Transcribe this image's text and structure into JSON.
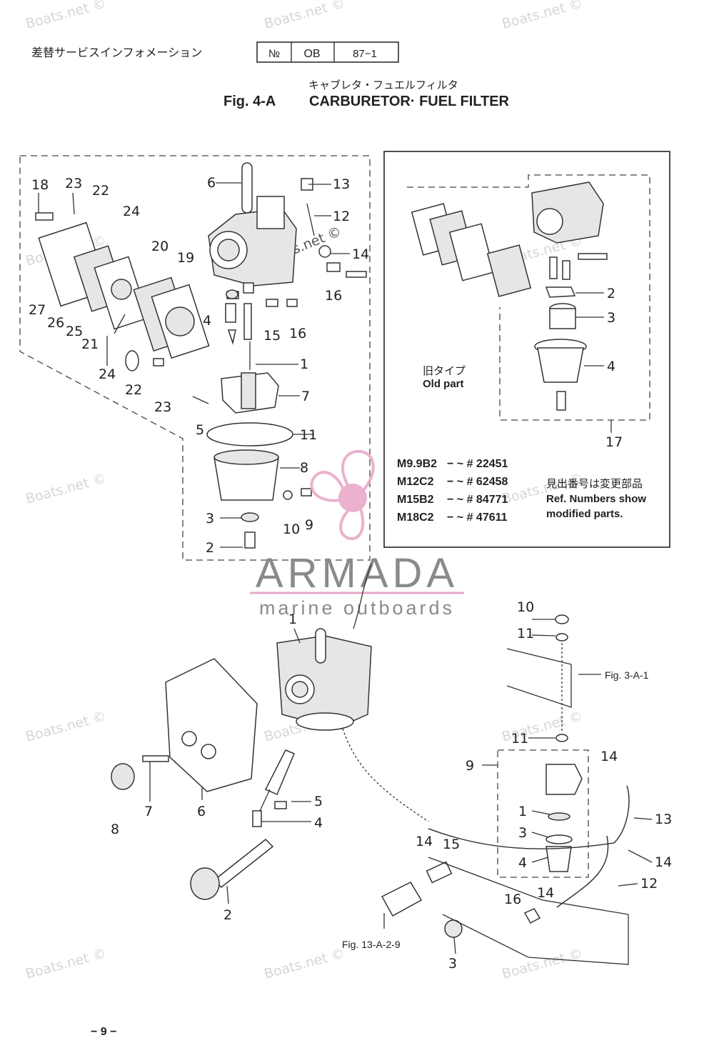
{
  "header": {
    "japanese_title": "差替サービスインフォメーション",
    "no_label": "№",
    "no_code": "OB",
    "no_number": "87−1"
  },
  "figure": {
    "kana_title": "キャブレタ・フュエルフィルタ",
    "fig_id": "Fig. 4-A",
    "title": "CARBURETOR· FUEL FILTER"
  },
  "upper_left_callouts": [
    "18",
    "23",
    "22",
    "24",
    "20",
    "19",
    "6",
    "13",
    "12",
    "14",
    "16",
    "15",
    "16",
    "4",
    "1",
    "27",
    "26",
    "25",
    "21",
    "24",
    "22",
    "23",
    "7",
    "5",
    "11",
    "8",
    "3",
    "10",
    "9",
    "2"
  ],
  "old_part_panel": {
    "jp_label": "旧タイプ",
    "en_label": "Old part",
    "callouts": [
      "2",
      "3",
      "4",
      "17"
    ]
  },
  "model_table": {
    "rows": [
      {
        "model": "M9.9B2",
        "serial": "− ~ # 22451"
      },
      {
        "model": "M12C2",
        "serial": "− ~ # 62458"
      },
      {
        "model": "M15B2",
        "serial": "− ~ # 84771"
      },
      {
        "model": "M18C2",
        "serial": "− ~ # 47611"
      }
    ],
    "note_jp": "見出番号は変更部品",
    "note_en_1": "Ref. Numbers show",
    "note_en_2": "modified parts."
  },
  "logo": {
    "brand": "ARMADA",
    "tagline": "marine outboards",
    "color_pink": "#e9a9c8",
    "color_gray": "#8a8a8a"
  },
  "lower_callouts": [
    "1",
    "10",
    "11",
    "11",
    "9",
    "14",
    "13",
    "14",
    "14",
    "1",
    "3",
    "4",
    "12",
    "15",
    "16",
    "14",
    "5",
    "4",
    "7",
    "6",
    "8",
    "2",
    "3"
  ],
  "refs": {
    "fig_3": "Fig. 3-A-1",
    "fig_13": "Fig. 13-A-2-9"
  },
  "watermark": "Boats.net ©",
  "page_number": "− 9 −"
}
